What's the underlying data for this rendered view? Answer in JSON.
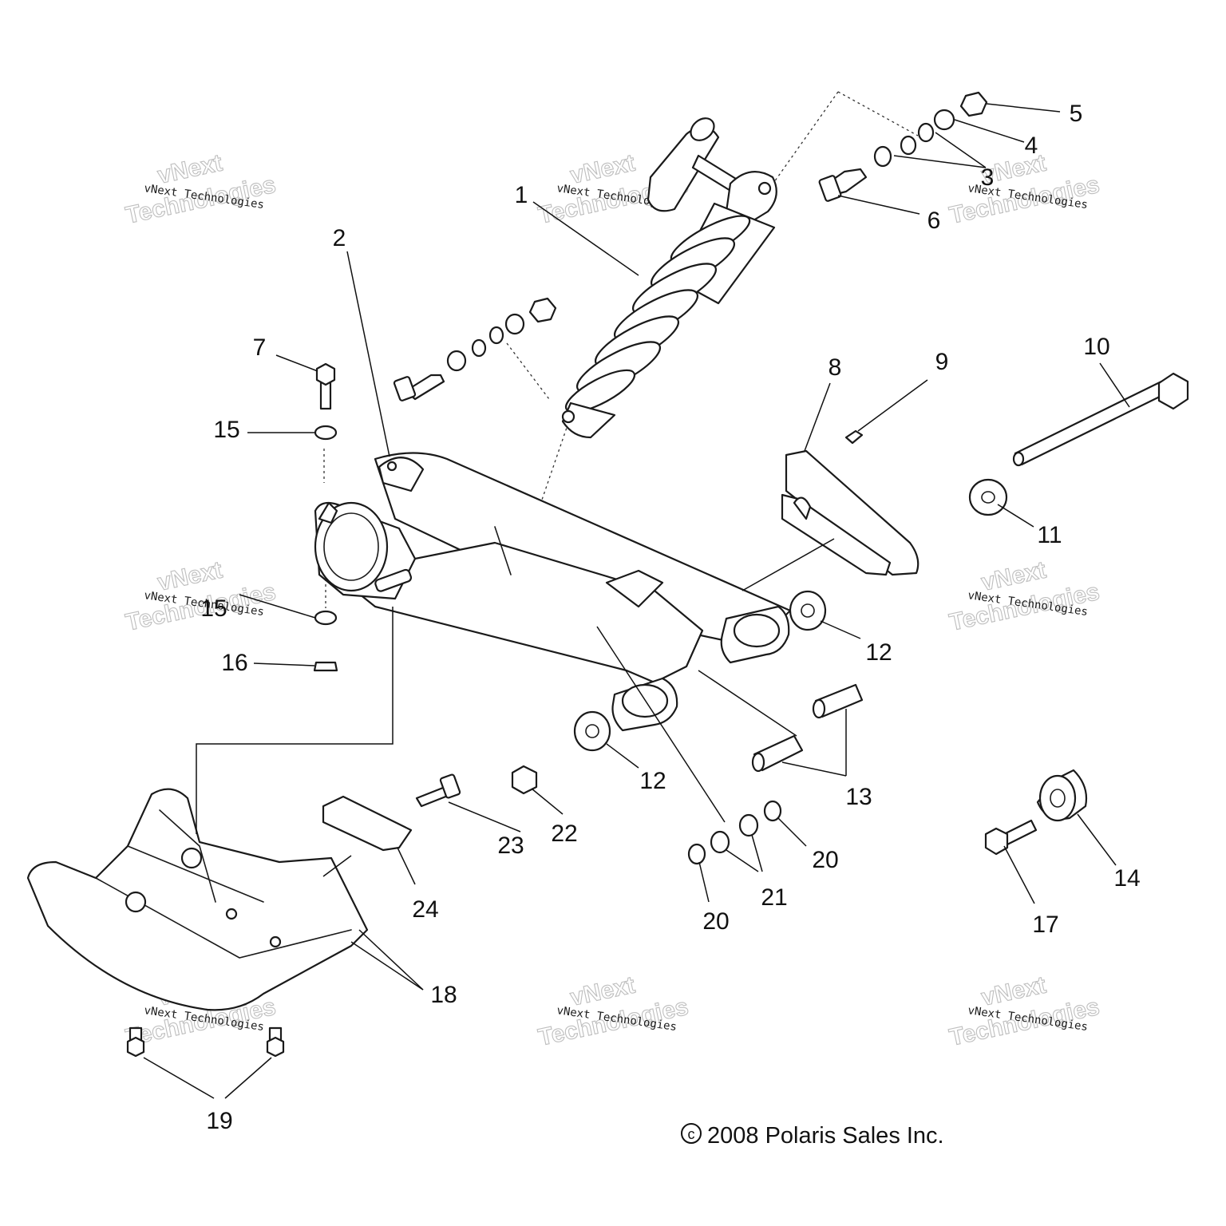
{
  "diagram": {
    "callouts": [
      "1",
      "2",
      "3",
      "4",
      "5",
      "6",
      "7",
      "8",
      "9",
      "10",
      "11",
      "12",
      "12",
      "13",
      "14",
      "15",
      "15",
      "16",
      "17",
      "18",
      "19",
      "20",
      "20",
      "21",
      "22",
      "23",
      "24"
    ],
    "watermark": {
      "small": "vNext Technologies",
      "big_top": "vNext",
      "big_bottom": "Technologies"
    },
    "copyright": {
      "symbol": "c",
      "text": "2008 Polaris Sales Inc."
    }
  }
}
